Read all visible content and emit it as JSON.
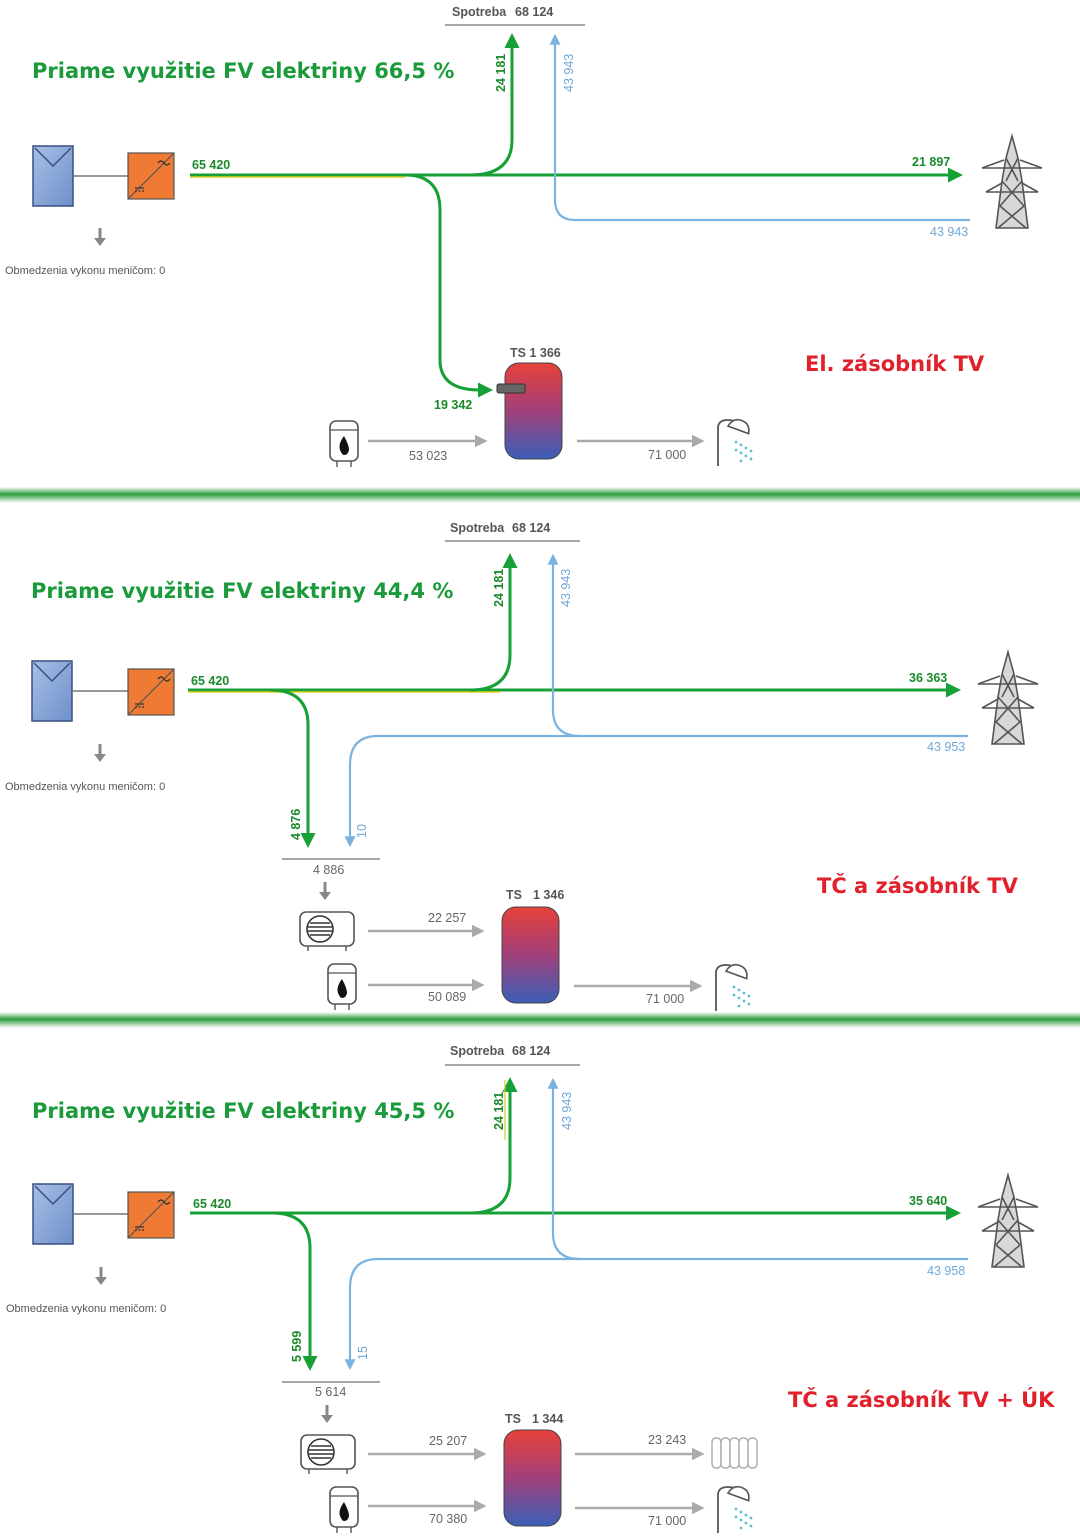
{
  "colors": {
    "green": "#1a9a3a",
    "green_flow": "#16a035",
    "blue_flow": "#7ab3e0",
    "gray_flow": "#aaaaaa",
    "red_label": "#e0202a",
    "divider": "#2e9e3e"
  },
  "panels": [
    {
      "title": "Priame využitie FV elektriny 66,5 %",
      "subtitle": "El. zásobník TV",
      "pv_output": "65 420",
      "inverter_limit": "Obmedzenia vykonu meničom: 0",
      "consumption_label": "Spotreba",
      "consumption_value": "68 124",
      "to_consumption_green": "24 181",
      "to_consumption_blue": "43 943",
      "to_grid": "21 897",
      "from_grid": "43 943",
      "to_storage_green": "19 342",
      "storage_label": "TS 1 366",
      "boiler_to_storage": "53 023",
      "storage_to_shower": "71 000",
      "icons": [
        "solar-panel-icon",
        "inverter-icon",
        "power-pylon-icon",
        "gas-boiler-icon",
        "storage-tank-icon",
        "shower-icon"
      ]
    },
    {
      "title": "Priame využitie FV elektriny 44,4 %",
      "subtitle": "TČ a zásobník TV",
      "pv_output": "65 420",
      "inverter_limit": "Obmedzenia vykonu meničom: 0",
      "consumption_label": "Spotreba",
      "consumption_value": "68 124",
      "to_consumption_green": "24 181",
      "to_consumption_blue": "43 943",
      "to_grid": "36 363",
      "from_grid": "43 953",
      "to_heatpump_green": "4 876",
      "to_heatpump_blue": "10",
      "heatpump_total": "4 886",
      "heatpump_to_storage": "22 257",
      "storage_label": "TS",
      "storage_value": "1 346",
      "boiler_to_storage": "50 089",
      "storage_to_shower": "71 000",
      "icons": [
        "solar-panel-icon",
        "inverter-icon",
        "power-pylon-icon",
        "heat-pump-icon",
        "gas-boiler-icon",
        "storage-tank-icon",
        "shower-icon"
      ]
    },
    {
      "title": "Priame využitie FV elektriny 45,5 %",
      "subtitle": "TČ a zásobník TV + ÚK",
      "pv_output": "65 420",
      "inverter_limit": "Obmedzenia vykonu meničom: 0",
      "consumption_label": "Spotreba",
      "consumption_value": "68 124",
      "to_consumption_green": "24 181",
      "to_consumption_blue": "43 943",
      "to_grid": "35 640",
      "from_grid": "43 958",
      "to_heatpump_green": "5 599",
      "to_heatpump_blue": "15",
      "heatpump_total": "5 614",
      "heatpump_to_storage": "25 207",
      "storage_label": "TS",
      "storage_value": "1 344",
      "storage_to_radiator": "23 243",
      "boiler_to_storage": "70 380",
      "storage_to_shower": "71 000",
      "icons": [
        "solar-panel-icon",
        "inverter-icon",
        "power-pylon-icon",
        "heat-pump-icon",
        "gas-boiler-icon",
        "storage-tank-icon",
        "radiator-icon",
        "shower-icon"
      ]
    }
  ]
}
